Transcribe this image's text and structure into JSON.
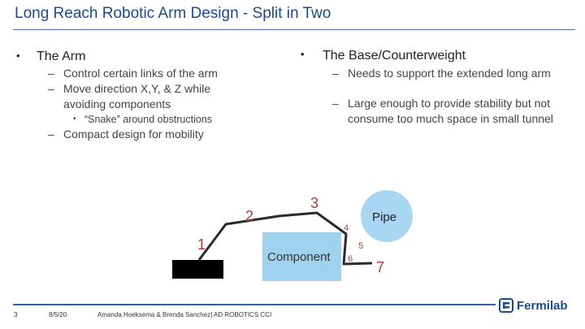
{
  "slide": {
    "title": "Long Reach Robotic Arm Design - Split in Two",
    "left_column": {
      "heading": "The Arm",
      "items": [
        {
          "text": "Control certain links of the arm"
        },
        {
          "text": "Move direction X,Y, & Z while avoiding components"
        },
        {
          "sub_text": "“Snake” around obstructions"
        },
        {
          "text": "Compact design for mobility"
        }
      ]
    },
    "right_column": {
      "heading": "The Base/Counterweight",
      "items": [
        {
          "text": "Needs to support the extended long arm"
        },
        {
          "text": "Large enough to provide stability but not consume too much space in small tunnel"
        }
      ]
    },
    "diagram": {
      "component_label": "Component",
      "pipe_label": "Pipe",
      "joint_labels": [
        "1",
        "2",
        "3",
        "4",
        "5",
        "6",
        "7"
      ],
      "colors": {
        "component_fill": "#9fd2ee",
        "pipe_fill": "#a9d6f3",
        "base_fill": "#000000",
        "arm_stroke": "#2a2a2a",
        "joint_label": "#b03a3a"
      }
    },
    "footer": {
      "page_number": "3",
      "date": "8/5/20",
      "authors": "Amanda Hoeksema & Brenda Sanchez| AD ROBOTICS CCI",
      "logo_text": "Fermilab"
    }
  }
}
